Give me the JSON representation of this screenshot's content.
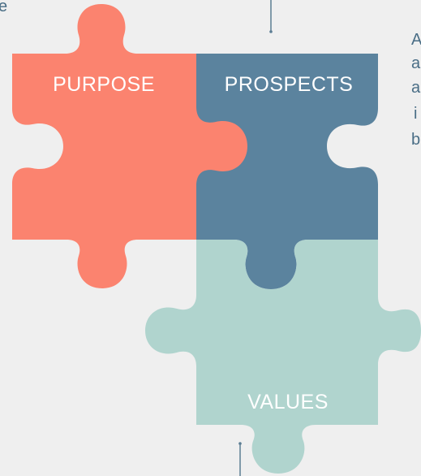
{
  "pieces": {
    "purpose": {
      "label": "PURPOSE",
      "color": "#fb836f"
    },
    "prospects": {
      "label": "PROSPECTS",
      "color": "#5b839e"
    },
    "values": {
      "label": "VALUES",
      "color": "#b0d4ce"
    }
  },
  "left_text_fragment": "e",
  "right_text_fragments": [
    "A",
    "a",
    "a",
    "i",
    "b"
  ],
  "colors": {
    "background": "#efefef",
    "connector": "#5b7d93",
    "text": "#4a6e86"
  }
}
